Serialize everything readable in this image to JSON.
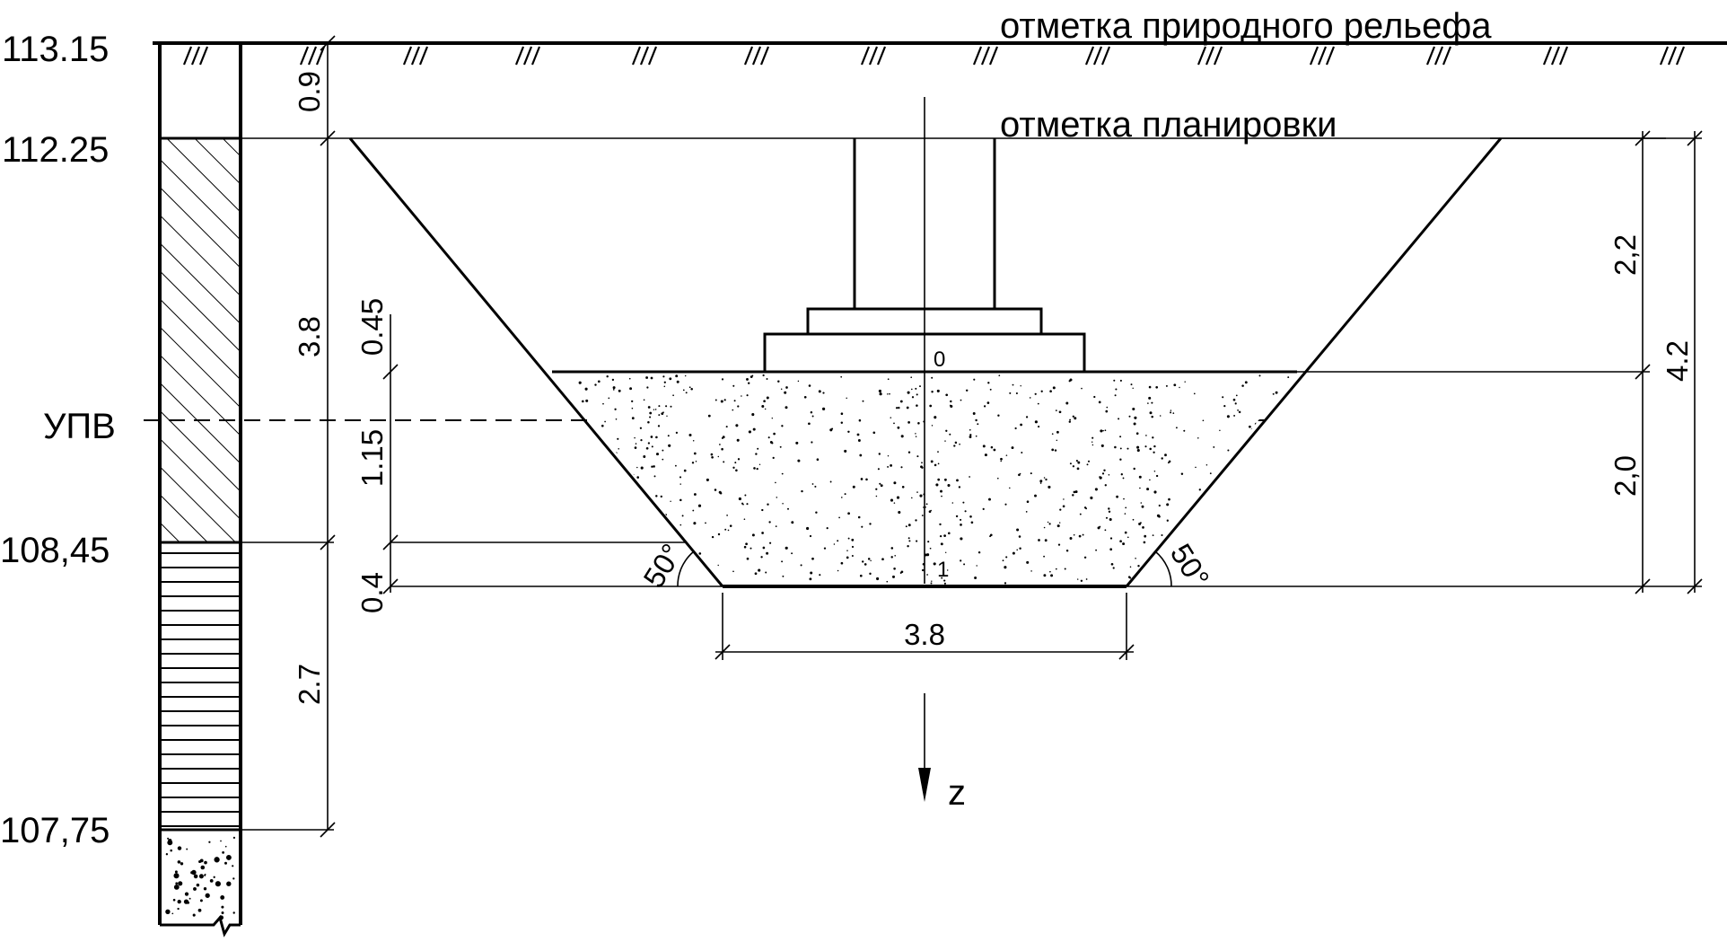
{
  "labels": {
    "natural_relief": "отметка природного рельефа",
    "planning_level": "отметка планировки",
    "groundwater": "УПВ",
    "axis_z": "z"
  },
  "elevations": {
    "e1": "113.15",
    "e2": "112.25",
    "e3": "108,45",
    "e4": "107,75"
  },
  "dimensions": {
    "d_0_9": "0.9",
    "d_3_8_vert": "3.8",
    "d_2_7": "2.7",
    "d_0_45": "0.45",
    "d_1_15": "1.15",
    "d_0_4": "0.4",
    "d_2_2": "2,2",
    "d_2_0": "2,0",
    "d_4_2": "4.2",
    "d_3_8_width": "3.8"
  },
  "angles": {
    "left": "50°",
    "right": "50°"
  },
  "points": {
    "p0": "0",
    "p1": "1"
  }
}
